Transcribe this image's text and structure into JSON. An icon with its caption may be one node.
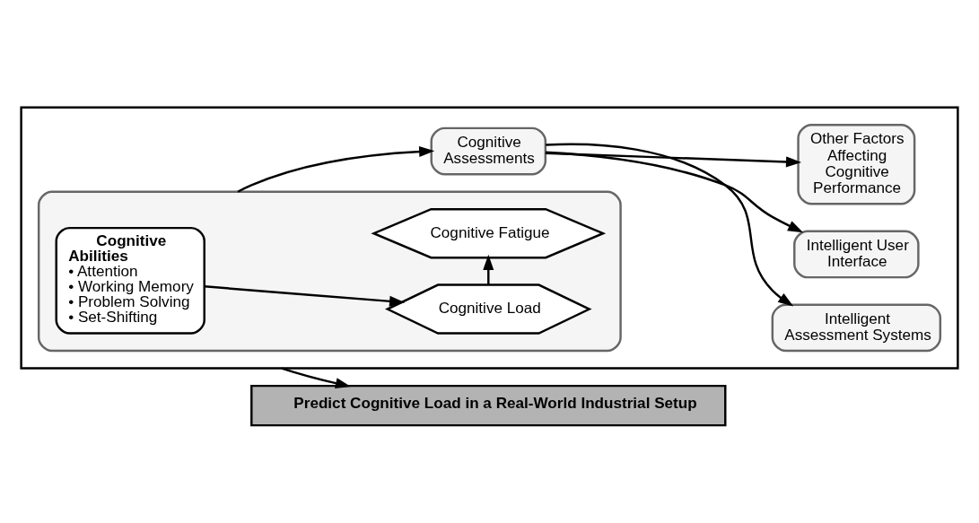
{
  "diagram": {
    "nodes": [
      {
        "text": [],
        "shape": "box"
      },
      {
        "text": [],
        "shape": "box",
        "in": 0
      },
      {
        "text": [
          "Cognitive Abilities",
          "• Attention",
          "• Working Memory",
          "• Problem Solving",
          "• Set-Shifting"
        ],
        "in": 1
      },
      {
        "text": [
          "Cognitive Load"
        ],
        "in": 1
      },
      {
        "text": [
          "Cognitive Fatigue"
        ],
        "in": 1
      },
      {
        "text": [
          "Cognitive Assessments"
        ],
        "in": 0
      },
      {
        "text": [
          "Intelligent Assessment Systems"
        ],
        "in": 0
      },
      {
        "text": [
          "Intelligent User Interface"
        ],
        "in": 0
      },
      {
        "text": [
          "Other Factors Affecting Cognitive Performance"
        ],
        "in": 0
      },
      {
        "text": [
          "Predict Cognitive Load in a Real-World Industrial Setup"
        ]
      }
    ],
    "edges": [
      {
        "from": 2,
        "to": 3,
        "arrow": "to"
      },
      {
        "from": 3,
        "to": 4,
        "arrow": "to"
      },
      {
        "from": 1,
        "to": 5,
        "arrow": "to"
      },
      {
        "from": 5,
        "to": 6,
        "arrow": "to"
      },
      {
        "from": 5,
        "to": 7,
        "arrow": "to"
      },
      {
        "from": 5,
        "to": 8,
        "arrow": "to"
      },
      {
        "from": 0,
        "to": 9,
        "arrow": "to"
      }
    ]
  }
}
